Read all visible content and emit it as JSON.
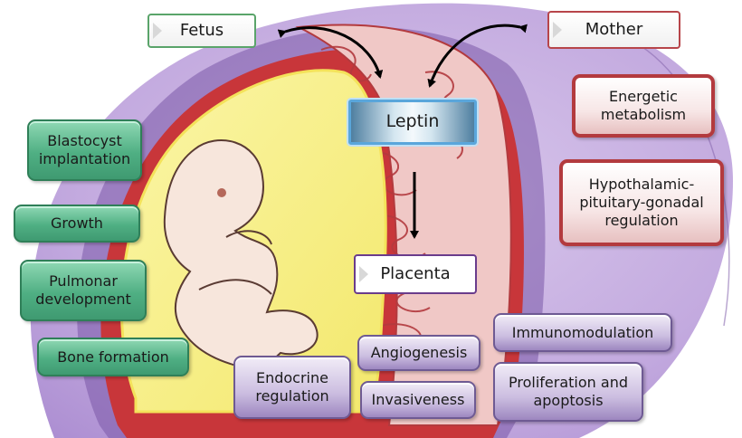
{
  "diagram": {
    "hubs": {
      "fetus": "Fetus",
      "mother": "Mother",
      "leptin": "Leptin",
      "placenta": "Placenta"
    },
    "fetal_effects": {
      "blastocyst": [
        "Blastocyst",
        "implantation"
      ],
      "growth": "Growth",
      "pulmonar": [
        "Pulmonar",
        "development"
      ],
      "bone": "Bone formation"
    },
    "maternal_effects": {
      "energetic": [
        "Energetic",
        "metabolism"
      ],
      "hpg": [
        "Hypothalamic-",
        "pituitary-gonadal",
        "regulation"
      ]
    },
    "placental_effects": {
      "endocrine": [
        "Endocrine",
        "regulation"
      ],
      "angiogenesis": "Angiogenesis",
      "invasiveness": "Invasiveness",
      "immunomodulation": "Immunomodulation",
      "proliferation": [
        "Proliferation and",
        "apoptosis"
      ]
    },
    "colors": {
      "fetal": "#4faf83",
      "maternal": "#b33a3e",
      "placental": "#9d87c0",
      "leptin_border": "#5aa6db",
      "uterus_background": "#b59bd6"
    },
    "icons": [
      "fetus-illustration",
      "uterus-illustration",
      "bidirectional-arrow",
      "down-arrow"
    ]
  }
}
